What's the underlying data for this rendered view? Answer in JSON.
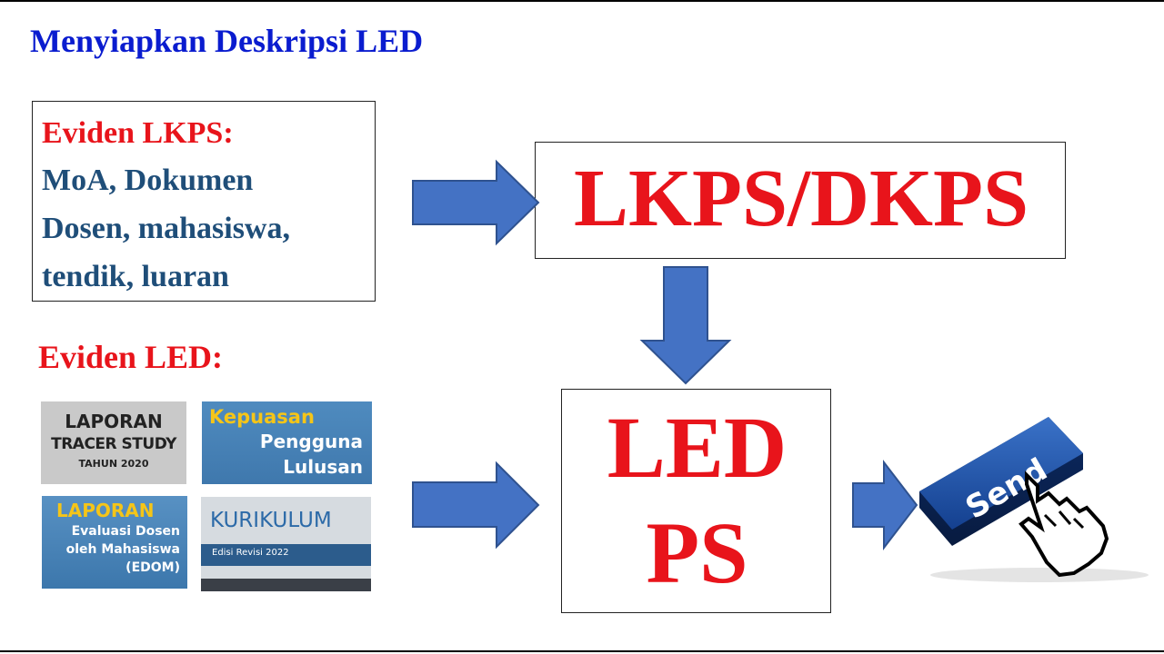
{
  "title": "Menyiapkan Deskripsi LED",
  "lkps_box": {
    "heading": "Eviden LKPS:",
    "lines": [
      "MoA, Dokumen",
      "Dosen, mahasiswa,",
      "tendik, luaran"
    ]
  },
  "led_heading": "Eviden LED:",
  "thumbnails": {
    "tracer": {
      "line1": "LAPORAN",
      "line2": "TRACER STUDY",
      "line3": "TAHUN 2020"
    },
    "kepuasan": {
      "line1": "Kepuasan",
      "line2": "Pengguna",
      "line3": "Lulusan"
    },
    "edom": {
      "line1": "LAPORAN",
      "line2": "Evaluasi Dosen",
      "line3": "oleh Mahasiswa",
      "line4": "(EDOM)"
    },
    "kurikulum": {
      "line1": "KURIKULUM",
      "line2": "Edisi Revisi 2022"
    }
  },
  "lkps_dkps_label": "LKPS/DKPS",
  "led_box": {
    "line1": "LED",
    "line2": "PS"
  },
  "send_key": {
    "label": "Send",
    "icon": "hand-pointer-icon"
  },
  "colors": {
    "title": "#0a1ccf",
    "red": "#e8141b",
    "navy": "#1f4e79",
    "arrow": "#4472c4",
    "arrow_border": "#2f528f"
  }
}
